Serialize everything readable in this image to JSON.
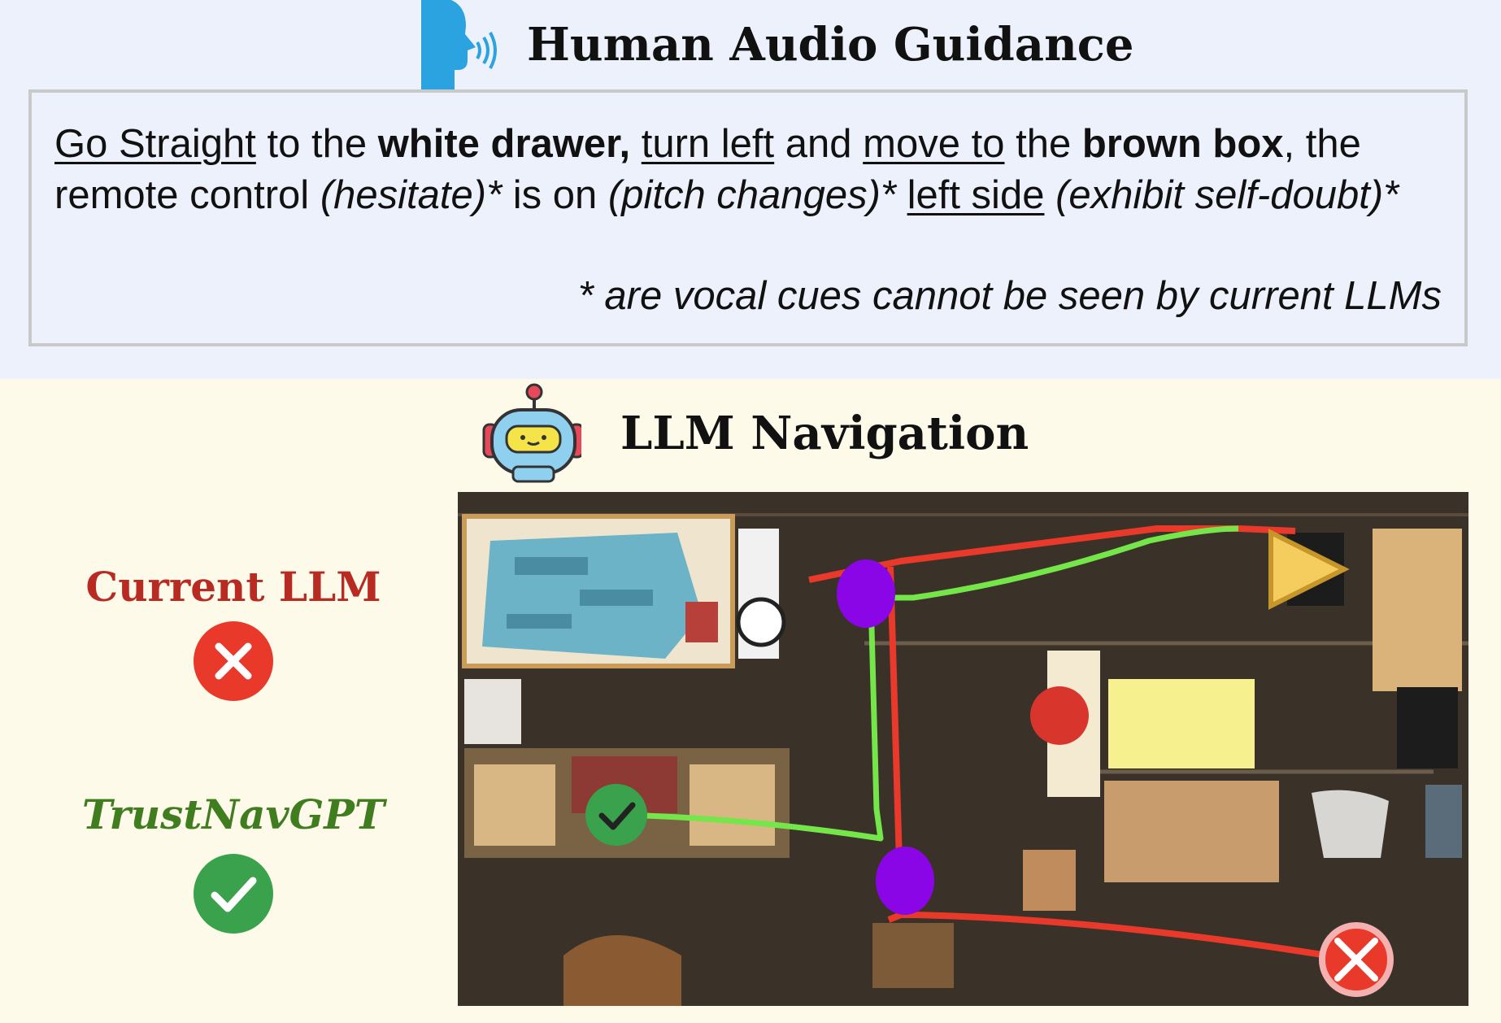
{
  "guidance": {
    "title": "Human Audio Guidance",
    "line1": {
      "a": "Go Straight",
      "b": " to the ",
      "c": "white drawer,",
      "d": " ",
      "e": "turn left",
      "f": " and ",
      "g": "move to",
      "h": " the ",
      "i": "brown box",
      "j": ", the"
    },
    "line2": {
      "a": "remote control ",
      "b": "(hesitate)*",
      "c": " is on ",
      "d": "(pitch changes)*",
      "e": " ",
      "f": "left side",
      "g": " ",
      "h": "(exhibit self-doubt)*"
    },
    "footnote": "* are vocal cues cannot be seen by current LLMs"
  },
  "navigation": {
    "title": "LLM Navigation",
    "legend": {
      "current": "Current LLM",
      "trust": "TrustNavGPT"
    }
  },
  "colors": {
    "current_path": "#e8392b",
    "trust_path": "#74e64a",
    "waypoint": "#8a06e6",
    "goal": "#f5cd5e",
    "fail_badge": "#e8392b",
    "success_badge": "#3aa24c"
  },
  "icons": {
    "speaker": "speaking-head-icon",
    "robot": "robot-icon",
    "fail": "x-circle-icon",
    "success": "check-circle-icon",
    "goal": "triangle-goal-icon"
  }
}
